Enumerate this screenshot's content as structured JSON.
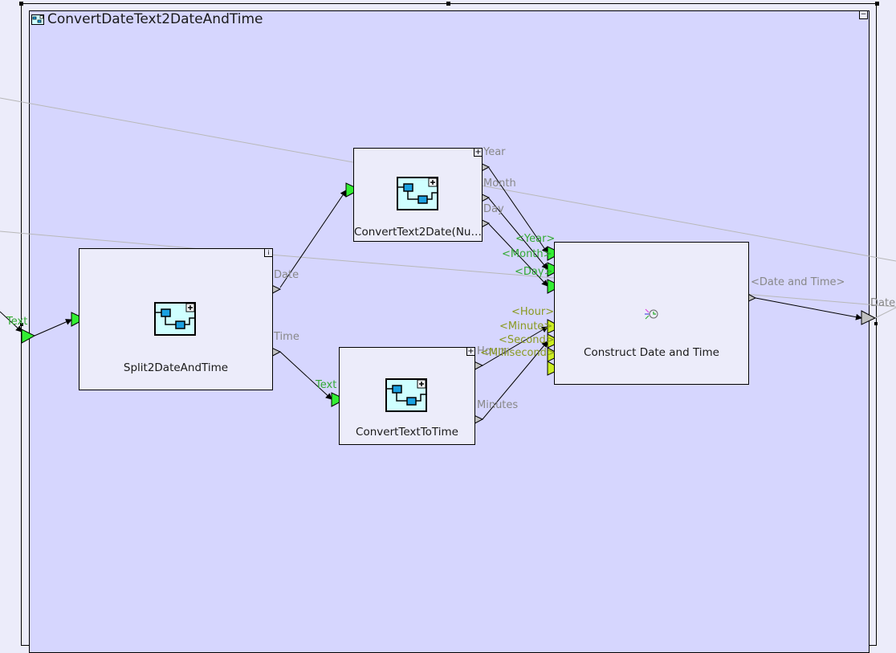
{
  "diagram": {
    "title": "ConvertDateText2DateAndTime",
    "collapse_symbol": "−",
    "expand_symbol": "+",
    "colors": {
      "canvas_bg": "#ececfa",
      "subsystem_bg": "#d6d6fe",
      "block_bg": "#ececfa",
      "input_port_green": "#33ee33",
      "input_port_yellow": "#ccee22",
      "output_port_gray": "#c0c0c0",
      "wire": "#000000",
      "ghost_wire": "#b8b8b8"
    },
    "outer_ports": {
      "input_label": "Text",
      "output_label": "Date"
    },
    "blocks": {
      "split": {
        "name": "Split2DateAndTime",
        "icon": "subsystem-icon",
        "outputs": [
          "Date",
          "Time"
        ]
      },
      "convert_date": {
        "name": "ConvertText2Date(Nu…",
        "icon": "subsystem-icon",
        "outputs": [
          "Year",
          "Month",
          "Day"
        ]
      },
      "convert_time": {
        "name": "ConvertTextToTime",
        "icon": "subsystem-icon",
        "inputs": [
          "Text"
        ],
        "outputs": [
          "Hours",
          "Minutes"
        ]
      },
      "construct": {
        "name": "Construct Date and Time",
        "icon": "date-time-clock-icon",
        "inputs": [
          "<Year>",
          "<Month>",
          "<Day>",
          "<Hour>",
          "<Minute>",
          "<Second>",
          "<Millisecond>"
        ],
        "outputs": [
          "<Date and Time>"
        ]
      }
    }
  }
}
